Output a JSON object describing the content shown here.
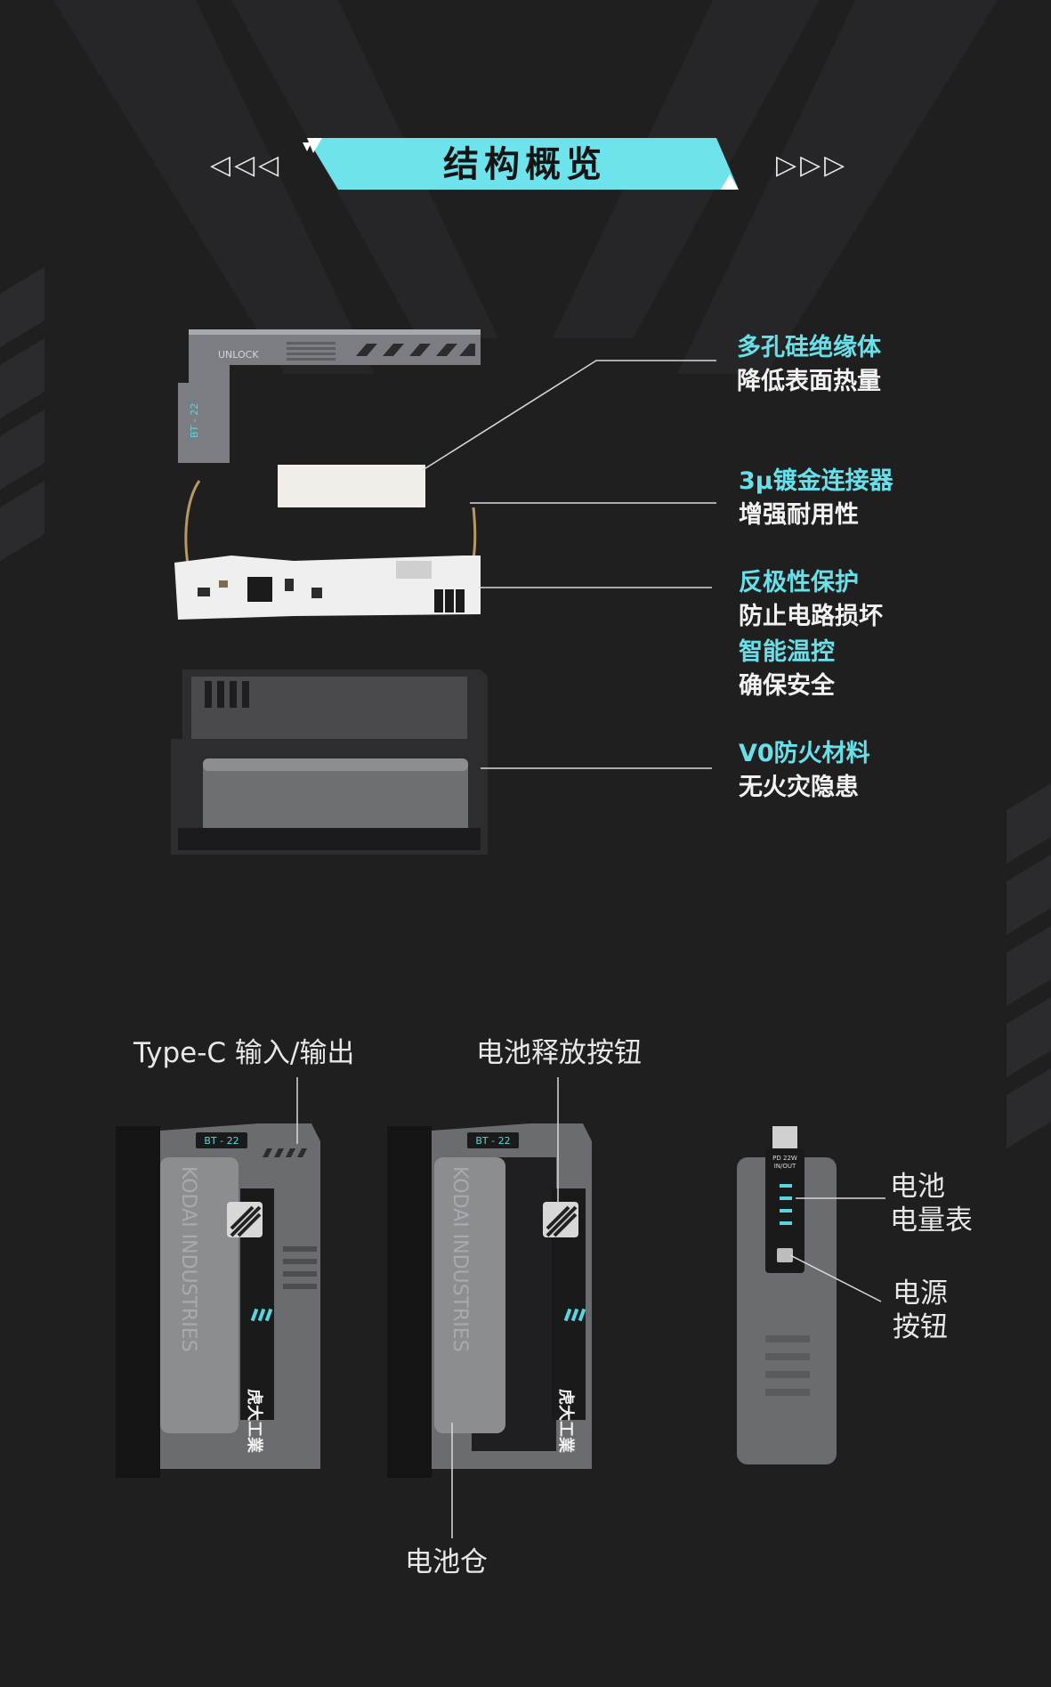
{
  "header": {
    "title": "结构概览",
    "left_arrows": "◁◁◁",
    "right_arrows": "▷▷▷"
  },
  "structure_callouts": [
    {
      "highlight": "多孔硅绝缘体",
      "text": "降低表面热量"
    },
    {
      "highlight": "3μ镀金连接器",
      "text": "增强耐用性"
    },
    {
      "highlight": "反极性保护",
      "text": "防止电路损坏"
    },
    {
      "highlight": "智能温控",
      "text": "确保安全"
    },
    {
      "highlight": "V0防火材料",
      "text": "无火灾隐患"
    }
  ],
  "product_callouts": {
    "typec": "Type-C 输入/输出",
    "release_button": "电池释放按钮",
    "battery_bay": "电池仓",
    "battery_meter_1": "电池",
    "battery_meter_2": "电量表",
    "power_button_1": "电源",
    "power_button_2": "按钮"
  },
  "product_markings": {
    "cover_unlock": "UNLOCK",
    "cover_model": "BT - 22",
    "model_tag": "BT - 22",
    "brand_text": "KODAI INDUSTRIES",
    "brand_cn": "虎大工業",
    "side_marking_1": "PD 22W",
    "side_marking_2": "IN/OUT"
  },
  "colors": {
    "accent": "#67e0ea",
    "background": "#1f1f20",
    "device_gray": "#6b6c70"
  }
}
